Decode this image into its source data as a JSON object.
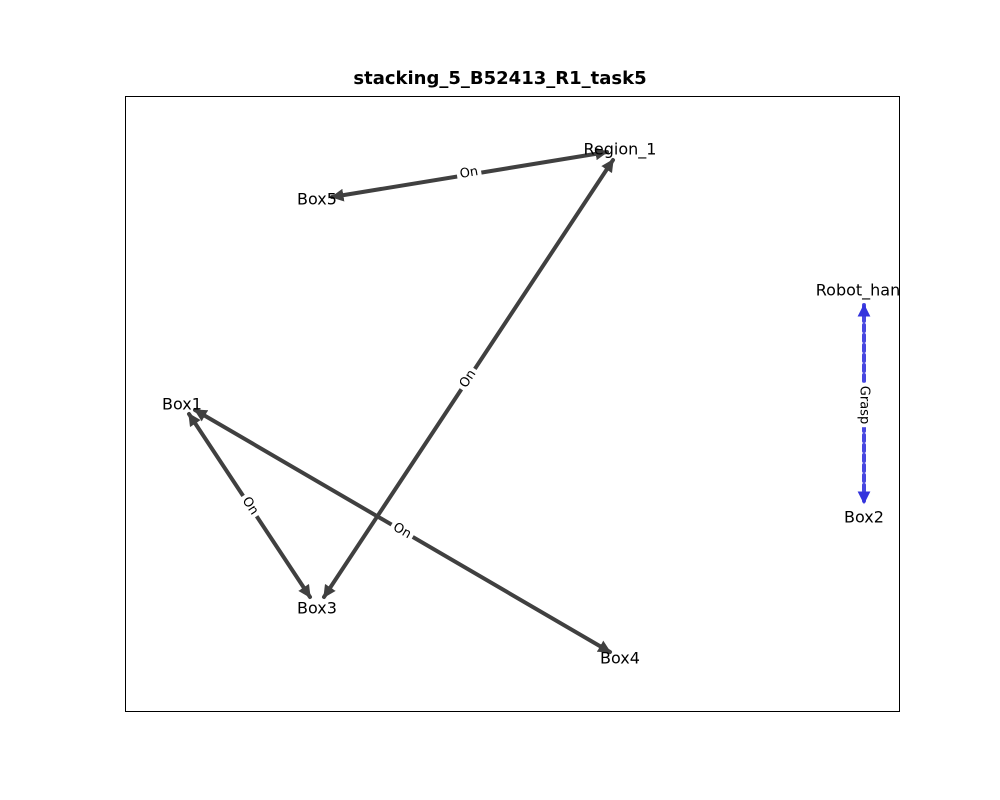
{
  "title": "stacking_5_B52413_R1_task5",
  "colors": {
    "on_edge": "#404040",
    "grasp_edge": "#3333dd",
    "label_bg": "#ffffff"
  },
  "nodes": [
    {
      "id": "region1",
      "label": "Region_1"
    },
    {
      "id": "box5",
      "label": "Box5"
    },
    {
      "id": "robot",
      "label": "Robot_han"
    },
    {
      "id": "box1",
      "label": "Box1"
    },
    {
      "id": "box2",
      "label": "Box2"
    },
    {
      "id": "box3",
      "label": "Box3"
    },
    {
      "id": "box4",
      "label": "Box4"
    }
  ],
  "edges": [
    {
      "id": "e-box5-region1",
      "source": "box5",
      "target": "region1",
      "label": "On",
      "style": "solid"
    },
    {
      "id": "e-box3-region1",
      "source": "box3",
      "target": "region1",
      "label": "On",
      "style": "solid"
    },
    {
      "id": "e-box1-box3",
      "source": "box1",
      "target": "box3",
      "label": "On",
      "style": "solid"
    },
    {
      "id": "e-box1-box4",
      "source": "box1",
      "target": "box4",
      "label": "On",
      "style": "solid"
    },
    {
      "id": "e-robot-box2",
      "source": "robot",
      "target": "box2",
      "label": "Grasp",
      "style": "dashed"
    }
  ]
}
